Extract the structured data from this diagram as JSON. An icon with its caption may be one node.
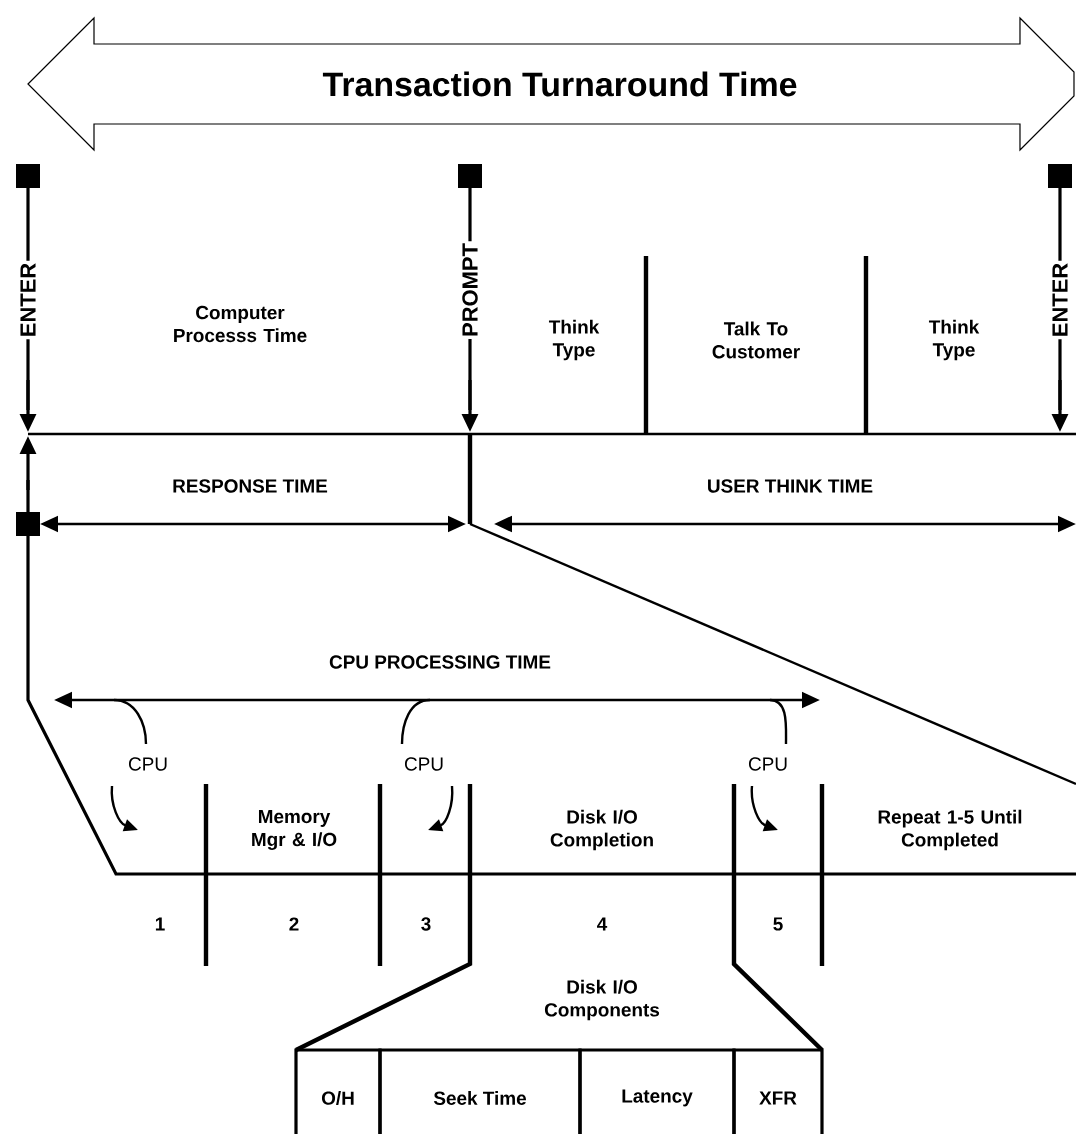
{
  "diagram": {
    "nodes": [
      {
        "text": [
          "Transaction Turnaround Time"
        ]
      }
    ],
    "labels": [
      "ENTER",
      "Computer Processs Time",
      "PROMPT",
      "Think Type",
      "Talk To Customer",
      "Think Type",
      "ENTER",
      "RESPONSE TIME",
      "USER THINK TIME",
      "CPU PROCESSING TIME",
      "CPU",
      "CPU",
      "CPU",
      "Memory Mgr & I/O",
      "Disk I/O Completion",
      "Repeat 1-5 Until Completed",
      "1",
      "2",
      "3",
      "4",
      "5",
      "Disk I/O Components",
      "O/H",
      "Seek Time",
      "Latency",
      "XFR"
    ]
  }
}
